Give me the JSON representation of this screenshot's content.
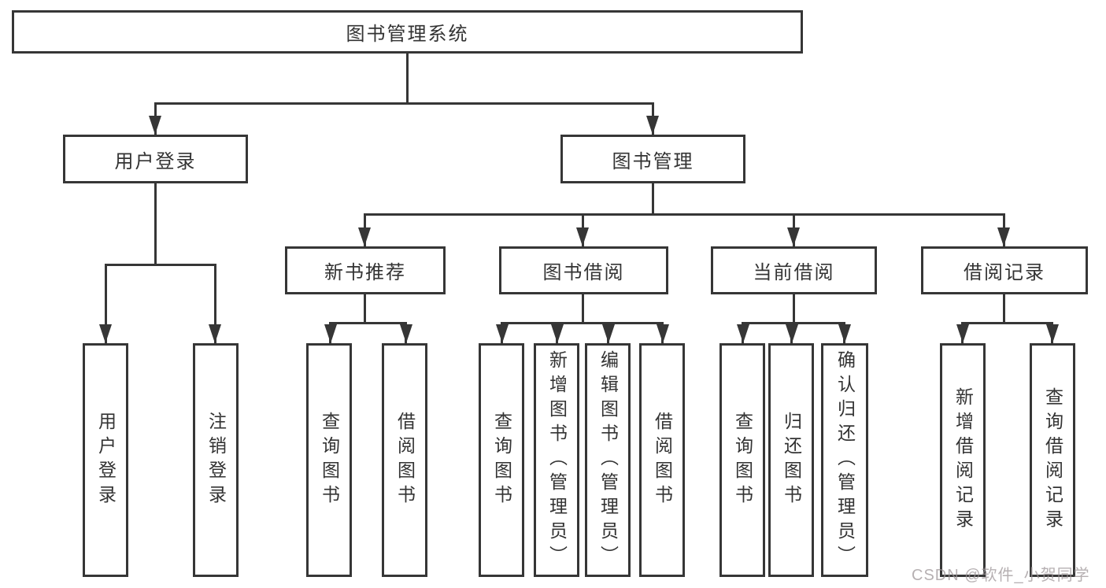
{
  "root": {
    "label": "图书管理系统"
  },
  "level2": [
    {
      "label": "用户登录"
    },
    {
      "label": "图书管理"
    }
  ],
  "level3": [
    {
      "label": "新书推荐"
    },
    {
      "label": "图书借阅"
    },
    {
      "label": "当前借阅"
    },
    {
      "label": "借阅记录"
    }
  ],
  "leaves": [
    {
      "label": "用户登录"
    },
    {
      "label": "注销登录"
    },
    {
      "label": "查询图书"
    },
    {
      "label": "借阅图书"
    },
    {
      "label": "查询图书"
    },
    {
      "label": "新增图书（管理员）"
    },
    {
      "label": "编辑图书（管理员）"
    },
    {
      "label": "借阅图书"
    },
    {
      "label": "查询图书"
    },
    {
      "label": "归还图书"
    },
    {
      "label": "确认归还（管理员）"
    },
    {
      "label": "新增借阅记录"
    },
    {
      "label": "查询借阅记录"
    }
  ],
  "watermark": "CSDN @软件_小贺同学",
  "colors": {
    "line": "#363636",
    "text": "#333333",
    "background": "#ffffff",
    "watermark": "#9e9698"
  }
}
